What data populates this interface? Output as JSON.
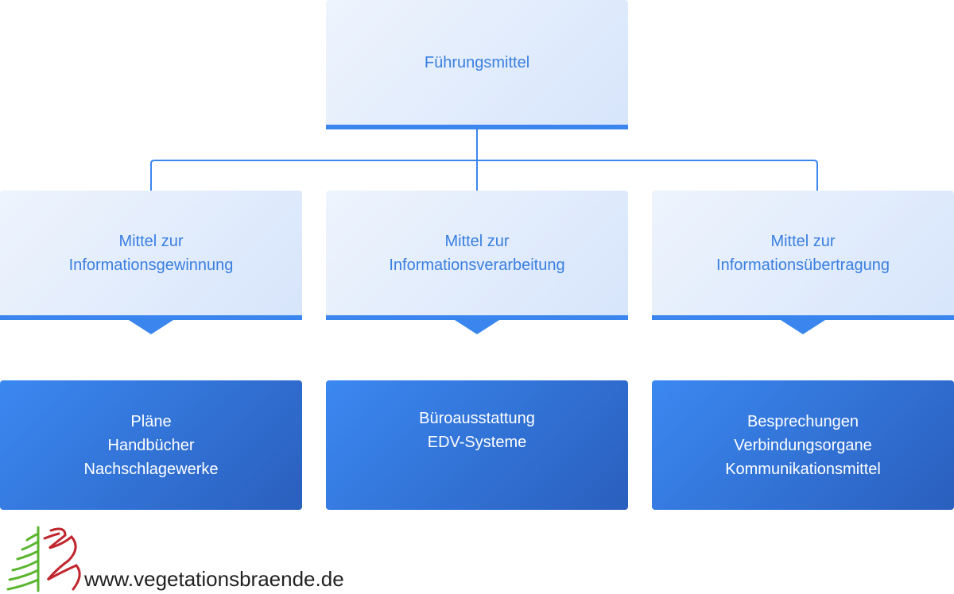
{
  "root": {
    "label": "Führungsmittel"
  },
  "categories": [
    {
      "title_lines": [
        "Mittel zur",
        "Informationsgewinnung"
      ],
      "items": [
        "Pläne",
        "Handbücher",
        "Nachschlagewerke"
      ]
    },
    {
      "title_lines": [
        "Mittel zur",
        "Informationsverarbeitung"
      ],
      "items": [
        "Büroausstattung",
        "EDV-Systeme"
      ]
    },
    {
      "title_lines": [
        "Mittel zur",
        "Informationsübertragung"
      ],
      "items": [
        "Besprechungen",
        "Verbindungsorgane",
        "Kommunikationsmittel"
      ]
    }
  ],
  "footer": {
    "website": "www.vegetationsbraende.de",
    "logo_icon": "tree-flame-logo"
  },
  "colors": {
    "light_box_text": "#3a7fe0",
    "accent_blue": "#3a86ee",
    "dark_box_start": "#3b88f1",
    "dark_box_end": "#2a5fbd",
    "logo_green": "#5bb52f",
    "logo_red": "#c0262e"
  }
}
